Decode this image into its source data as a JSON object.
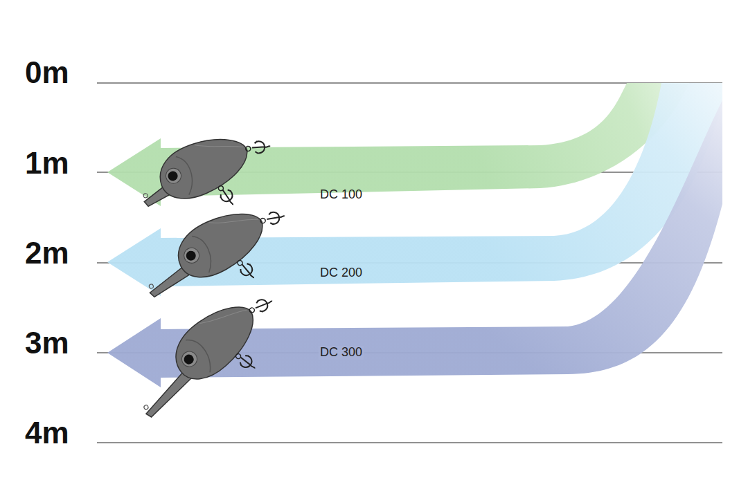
{
  "diagram": {
    "labels": [
      "0m",
      "1m",
      "2m",
      "3m",
      "4m",
      "DC 100",
      "DC 200",
      "DC 300"
    ]
  }
}
